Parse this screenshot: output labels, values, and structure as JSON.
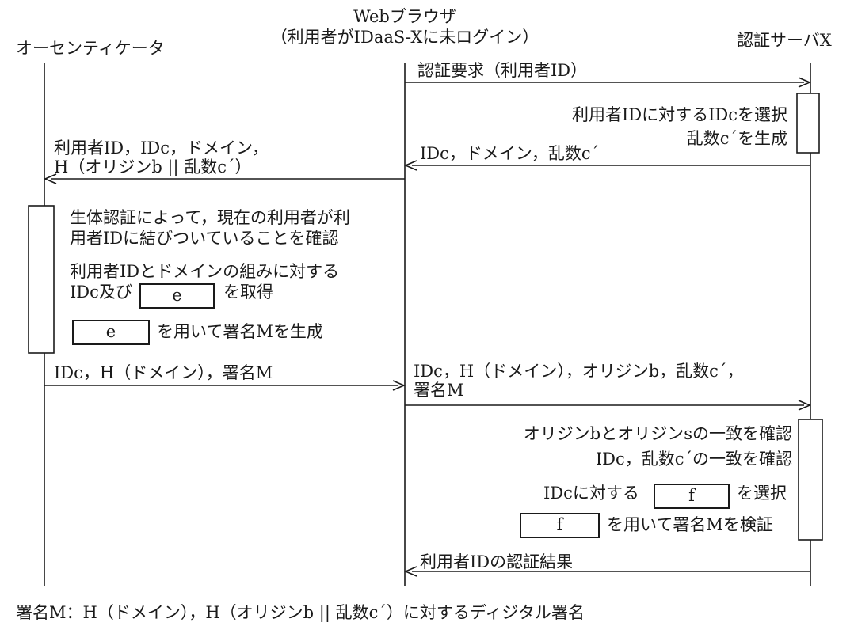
{
  "lifelines": {
    "authenticator": "オーセンティケータ",
    "browser_line1": "Webブラウザ",
    "browser_line2": "（利用者がIDaaS-Xに未ログイン）",
    "server": "認証サーバX"
  },
  "messages": {
    "m1": "認証要求（利用者ID）",
    "m2": "IDc，ドメイン，乱数c´",
    "m3_line1": "利用者ID，IDc，ドメイン，",
    "m3_line2": "H（オリジンb || 乱数c´）",
    "m4": "IDc，H（ドメイン），署名M",
    "m5_line1": "IDc，H（ドメイン），オリジンb，乱数c´，",
    "m5_line2": "署名M",
    "m6": "利用者IDの認証結果"
  },
  "server_process1": {
    "line1": "利用者IDに対するIDcを選択",
    "line2": "乱数c´を生成"
  },
  "auth_process": {
    "line1": "生体認証によって，現在の利用者が利",
    "line2": "用者IDに結びついていることを確認",
    "line3": "利用者IDとドメインの組みに対する",
    "line4_prefix": "IDc及び",
    "line4_suffix": "を取得",
    "line5_suffix": "を用いて署名Mを生成"
  },
  "server_process2": {
    "line1": "オリジンbとオリジンsの一致を確認",
    "line2": "IDc，乱数c´の一致を確認",
    "line3_prefix": "IDcに対する",
    "line3_suffix": "を選択",
    "line4_suffix": "を用いて署名Mを検証"
  },
  "blanks": {
    "e": "e",
    "f": "f"
  },
  "footnote": "署名M：H（ドメイン），H（オリジンb || 乱数c´）に対するディジタル署名"
}
